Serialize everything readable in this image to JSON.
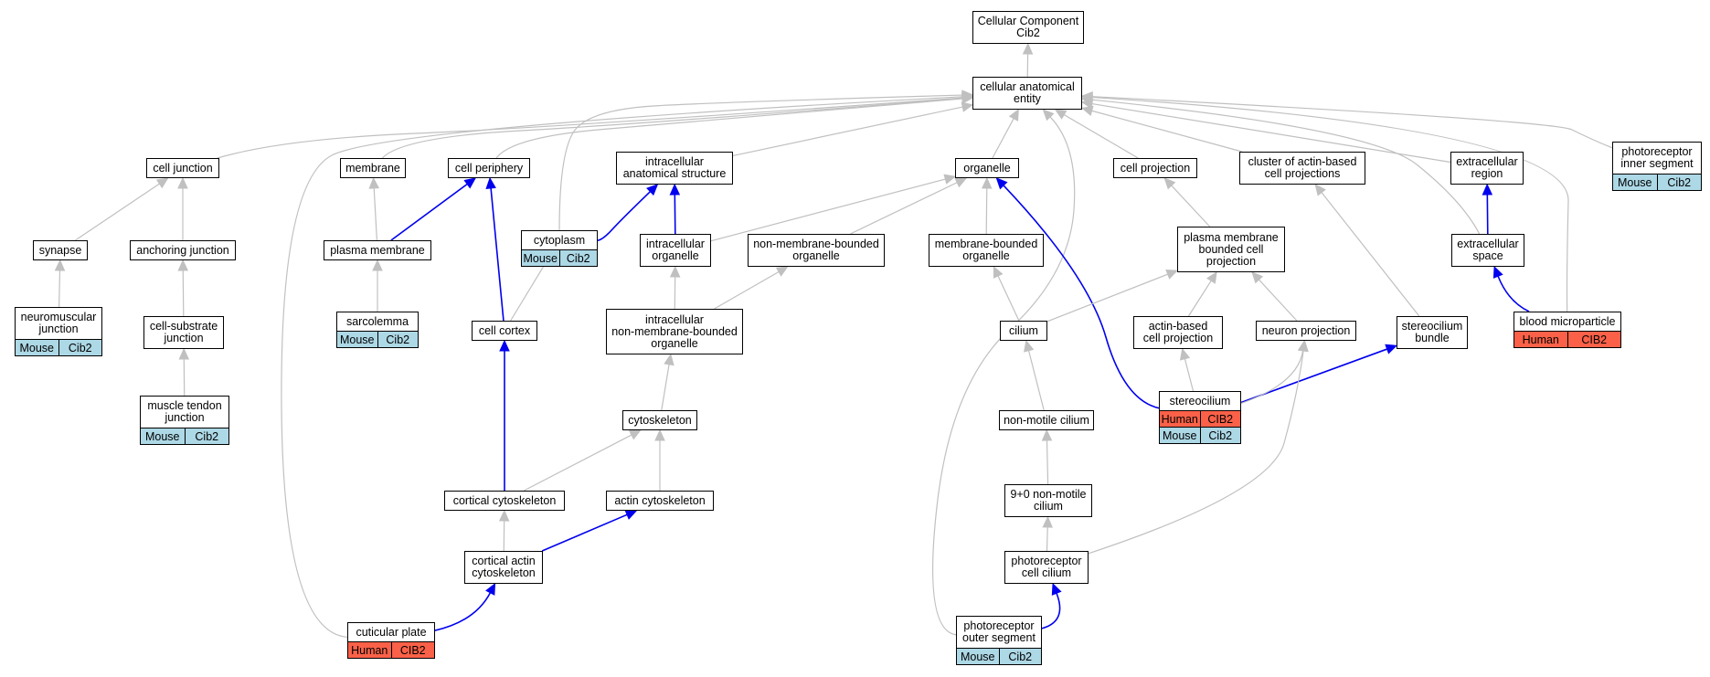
{
  "colors": {
    "human": "#fa6148",
    "mouse": "#add8e6",
    "edge_gray": "#c0c0c0",
    "edge_blue": "#0000ee"
  },
  "nodes": {
    "root": [
      "Cellular Component",
      "Cib2"
    ],
    "cae": [
      "cellular anatomical",
      "entity"
    ],
    "celljunction": [
      "cell junction"
    ],
    "membrane": [
      "membrane"
    ],
    "cellperiphery": [
      "cell periphery"
    ],
    "ias": [
      "intracellular",
      "anatomical structure"
    ],
    "organelle": [
      "organelle"
    ],
    "cellprojection": [
      "cell projection"
    ],
    "cluster": [
      "cluster of actin-based",
      "cell projections"
    ],
    "extraregion": [
      "extracellular",
      "region"
    ],
    "pis": [
      "photoreceptor",
      "inner segment"
    ],
    "synapse": [
      "synapse"
    ],
    "anchoring": [
      "anchoring junction"
    ],
    "plasmamembrane": [
      "plasma membrane"
    ],
    "cytoplasm": [
      "cytoplasm"
    ],
    "intraorganelle": [
      "intracellular",
      "organelle"
    ],
    "nmbo": [
      "non-membrane-bounded",
      "organelle"
    ],
    "mbo": [
      "membrane-bounded",
      "organelle"
    ],
    "pmbcp": [
      "plasma membrane",
      "bounded cell",
      "projection"
    ],
    "extraspace": [
      "extracellular",
      "space"
    ],
    "nmj": [
      "neuromuscular",
      "junction"
    ],
    "csj": [
      "cell-substrate",
      "junction"
    ],
    "sarcolemma": [
      "sarcolemma"
    ],
    "cellcortex": [
      "cell cortex"
    ],
    "inmbo": [
      "intracellular",
      "non-membrane-bounded",
      "organelle"
    ],
    "cilium": [
      "cilium"
    ],
    "abcp": [
      "actin-based",
      "cell projection"
    ],
    "neuronproj": [
      "neuron projection"
    ],
    "scbundle": [
      "stereocilium",
      "bundle"
    ],
    "bloodmp": [
      "blood microparticle"
    ],
    "mtj": [
      "muscle tendon",
      "junction"
    ],
    "cytoskeleton": [
      "cytoskeleton"
    ],
    "nonmotile": [
      "non-motile cilium"
    ],
    "stereocilium": [
      "stereocilium"
    ],
    "corticalcyto": [
      "cortical cytoskeleton"
    ],
    "actincyto": [
      "actin cytoskeleton"
    ],
    "ninezero": [
      "9+0 non-motile",
      "cilium"
    ],
    "cac": [
      "cortical actin",
      "cytoskeleton"
    ],
    "prcc": [
      "photoreceptor",
      "cell cilium"
    ],
    "cuticular": [
      "cuticular plate"
    ],
    "pos": [
      "photoreceptor",
      "outer segment"
    ]
  },
  "annotations": {
    "pis": [
      [
        "Mouse",
        "Cib2"
      ]
    ],
    "cytoplasm": [
      [
        "Mouse",
        "Cib2"
      ]
    ],
    "nmj": [
      [
        "Mouse",
        "Cib2"
      ]
    ],
    "sarcolemma": [
      [
        "Mouse",
        "Cib2"
      ]
    ],
    "bloodmp": [
      [
        "Human",
        "CIB2"
      ]
    ],
    "mtj": [
      [
        "Mouse",
        "Cib2"
      ]
    ],
    "stereocilium": [
      [
        "Human",
        "CIB2"
      ],
      [
        "Mouse",
        "Cib2"
      ]
    ],
    "cuticular": [
      [
        "Human",
        "CIB2"
      ]
    ],
    "pos": [
      [
        "Mouse",
        "Cib2"
      ]
    ]
  }
}
